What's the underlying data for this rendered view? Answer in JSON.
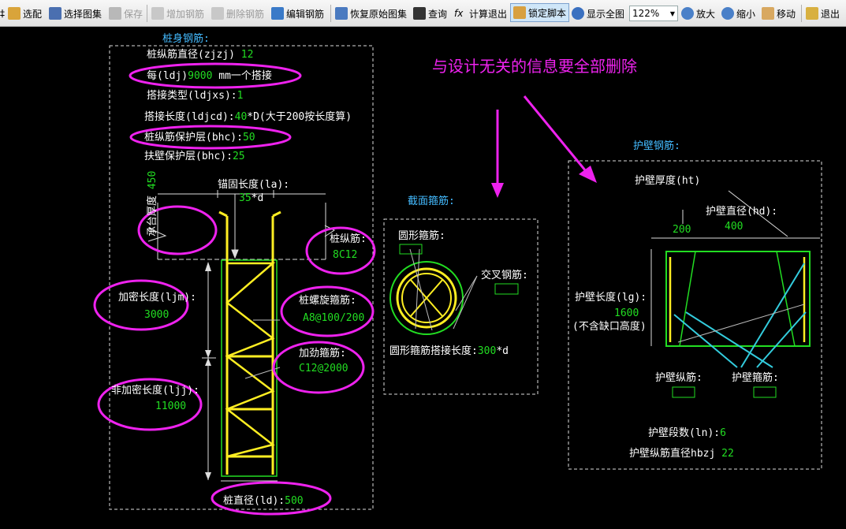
{
  "toolbar": {
    "items": [
      {
        "label": "选配",
        "icon": "select-icon",
        "enabled": true
      },
      {
        "label": "选择图集",
        "icon": "atlas-icon",
        "enabled": true
      },
      {
        "label": "保存",
        "icon": "save-icon",
        "enabled": false
      },
      {
        "label": "增加钢筋",
        "icon": "add-rebar-icon",
        "enabled": false
      },
      {
        "label": "删除钢筋",
        "icon": "delete-rebar-icon",
        "enabled": false
      },
      {
        "label": "编辑钢筋",
        "icon": "edit-rebar-icon",
        "enabled": true
      },
      {
        "label": "恢复原始图集",
        "icon": "restore-icon",
        "enabled": true
      },
      {
        "label": "查询",
        "icon": "binoculars-icon",
        "enabled": true
      },
      {
        "label": "计算退出",
        "icon": "fx-icon",
        "enabled": true
      },
      {
        "label": "锁定脚本",
        "icon": "lock-icon",
        "enabled": true
      },
      {
        "label": "显示全图",
        "icon": "fit-view-icon",
        "enabled": true
      },
      {
        "label": "放大",
        "icon": "zoom-in-icon",
        "enabled": true
      },
      {
        "label": "缩小",
        "icon": "zoom-out-icon",
        "enabled": true
      },
      {
        "label": "移动",
        "icon": "hand-icon",
        "enabled": true
      },
      {
        "label": "退出",
        "icon": "exit-icon",
        "enabled": true
      }
    ],
    "zoom_value": "122%"
  },
  "annotation": "与设计无关的信息要全部删除",
  "pile": {
    "title": "桩身钢筋:",
    "zjzj_label": "桩纵筋直径(zjzj)",
    "zjzj": "12",
    "ldj_label": "每(ldj)",
    "ldj": "9000",
    "ldj_suffix": "mm一个搭接",
    "ldjxs_label": "搭接类型(ldjxs):",
    "ldjxs": "1",
    "ldjcd_label": "搭接长度(ldjcd):",
    "ldjcd": "40",
    "ldjcd_suffix": "*D(大于200按长度算)",
    "bhc_label": "桩纵筋保护层(bhc):",
    "bhc": "50",
    "fbhc_label": "扶壁保护层(bhc):",
    "fbhc": "25",
    "la_label": "锚固长度(la):",
    "la": "35",
    "la_suffix": "*d",
    "cap_label": "承台厚度",
    "cap": "450",
    "long_label": "桩纵筋:",
    "long": "8C12",
    "ljm_label": "加密长度(ljm):",
    "ljm": "3000",
    "spiral_label": "桩螺旋箍筋:",
    "spiral": "A8@100/200",
    "stiff_label": "加劲箍筋:",
    "stiff": "C12@2000",
    "ljj_label": "非加密长度(ljj):",
    "ljj": "11000",
    "ld_label": "桩直径(ld):",
    "ld": "500"
  },
  "section": {
    "title": "截面箍筋:",
    "circle_label": "圆形箍筋:",
    "cross_label": "交叉钢筋:",
    "lap_label": "圆形箍筋搭接长度:",
    "lap": "300",
    "lap_suffix": "*d"
  },
  "wall": {
    "title": "护壁钢筋:",
    "ht_label": "护壁厚度(ht)",
    "ht": "200",
    "hd_label": "护壁直径(hd):",
    "hd": "400",
    "lg_label": "护壁长度(lg):",
    "lg": "1600",
    "lg_note": "(不含缺口高度)",
    "long_label": "护壁纵筋:",
    "hoop_label": "护壁箍筋:",
    "ln_label": "护壁段数(ln):",
    "ln": "6",
    "hbzj_label": "护壁纵筋直径hbzj",
    "hbzj": "22"
  },
  "colors": {
    "label": "#ffffff",
    "value": "#22dd22",
    "title": "#44bbff",
    "highlight": "#ee22ee",
    "rebar": "#ffee22",
    "outline": "#22dd22",
    "hoop": "#33ccdd"
  }
}
